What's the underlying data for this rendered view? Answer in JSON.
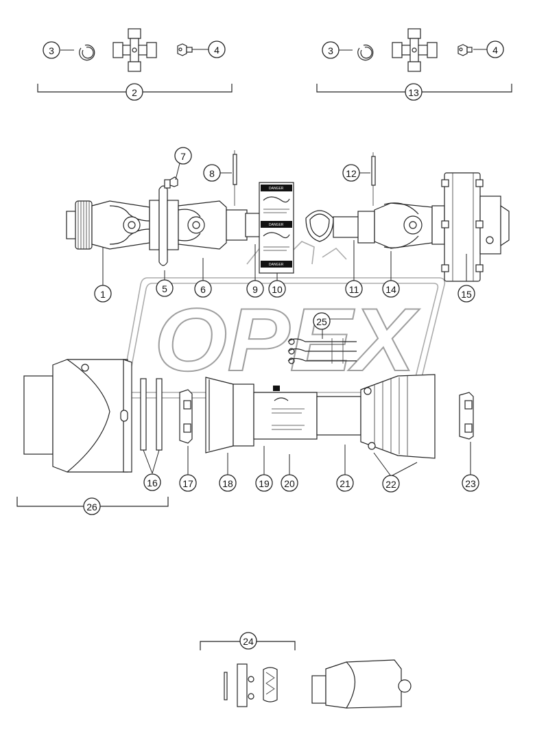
{
  "watermark": {
    "text": "OPEX"
  },
  "warning_label": {
    "danger_text": "DANGER"
  },
  "callouts": [
    {
      "id": "c1",
      "label": "1"
    },
    {
      "id": "c2",
      "label": "2"
    },
    {
      "id": "c3a",
      "label": "3"
    },
    {
      "id": "c4a",
      "label": "4"
    },
    {
      "id": "c3b",
      "label": "3"
    },
    {
      "id": "c4b",
      "label": "4"
    },
    {
      "id": "c5",
      "label": "5"
    },
    {
      "id": "c6",
      "label": "6"
    },
    {
      "id": "c7",
      "label": "7"
    },
    {
      "id": "c8",
      "label": "8"
    },
    {
      "id": "c9",
      "label": "9"
    },
    {
      "id": "c10",
      "label": "10"
    },
    {
      "id": "c11",
      "label": "11"
    },
    {
      "id": "c12",
      "label": "12"
    },
    {
      "id": "c13",
      "label": "13"
    },
    {
      "id": "c14",
      "label": "14"
    },
    {
      "id": "c15",
      "label": "15"
    },
    {
      "id": "c16",
      "label": "16"
    },
    {
      "id": "c17",
      "label": "17"
    },
    {
      "id": "c18",
      "label": "18"
    },
    {
      "id": "c19",
      "label": "19"
    },
    {
      "id": "c20",
      "label": "20"
    },
    {
      "id": "c21",
      "label": "21"
    },
    {
      "id": "c22",
      "label": "22"
    },
    {
      "id": "c23",
      "label": "23"
    },
    {
      "id": "c24",
      "label": "24"
    },
    {
      "id": "c25",
      "label": "25"
    },
    {
      "id": "c26",
      "label": "26"
    }
  ]
}
